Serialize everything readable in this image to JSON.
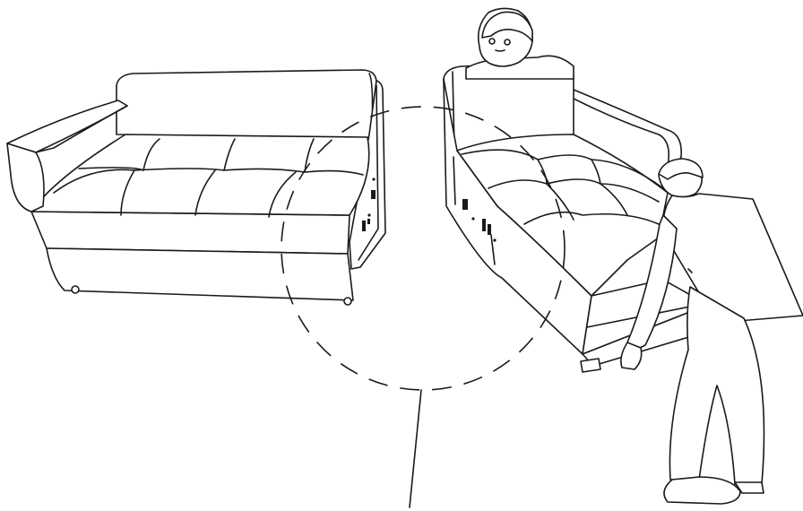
{
  "colors": {
    "line": "#1a1a1a",
    "background": "#ffffff"
  },
  "figure": {
    "subjects": [
      "sofa-before-rotation",
      "sofa-being-rotated",
      "person-left",
      "person-right"
    ],
    "rotation_indicator": "dashed-circle-with-pointer-line"
  }
}
